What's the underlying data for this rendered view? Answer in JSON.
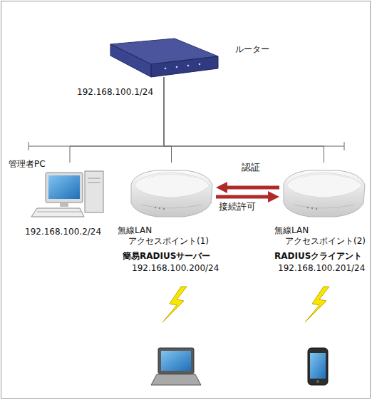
{
  "diagram": {
    "nodes": [
      {
        "text": [
          "ルーター",
          "192.168.100.1/24"
        ]
      },
      {
        "text": [
          "管理者PC",
          "192.168.100.2/24"
        ]
      },
      {
        "text": [
          "無線LAN アクセスポイント(1)",
          "簡易RADIUSサーバー",
          "192.168.100.200/24"
        ]
      },
      {
        "text": [
          "無線LAN アクセスポイント(2)",
          "RADIUSクライアント",
          "192.168.100.201/24"
        ]
      }
    ],
    "edges": [
      {
        "from": 3,
        "to": 2,
        "label": "認証",
        "arrow": "to"
      },
      {
        "from": 2,
        "to": 3,
        "label": "接続許可",
        "arrow": "to"
      },
      {
        "from": 0,
        "to": 1,
        "arrow": "none"
      },
      {
        "from": 0,
        "to": 2,
        "arrow": "none"
      },
      {
        "from": 0,
        "to": 3,
        "arrow": "none"
      }
    ]
  }
}
